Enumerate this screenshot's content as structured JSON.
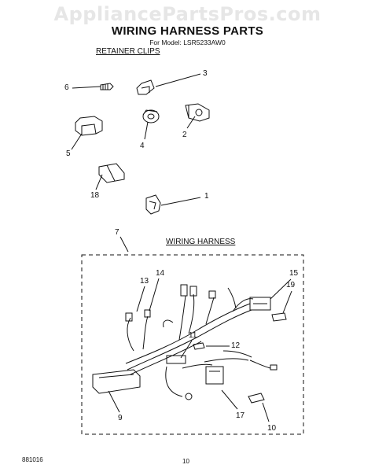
{
  "watermark": "AppliancePartsPros.com",
  "header": {
    "title": "WIRING HARNESS PARTS",
    "model": "For Model: LSR5233AW0"
  },
  "sections": {
    "retainer_clips": "RETAINER CLIPS",
    "wiring_harness": "WIRING HARNESS"
  },
  "callouts": {
    "c1": "1",
    "c2": "2",
    "c3": "3",
    "c4": "4",
    "c5": "5",
    "c6": "6",
    "c7": "7",
    "c9": "9",
    "c10": "10",
    "c11": "11",
    "c12": "12",
    "c13": "13",
    "c14": "14",
    "c15": "15",
    "c17": "17",
    "c18": "18",
    "c19": "19"
  },
  "footer": {
    "doc_code": "881016",
    "page_number": "10"
  }
}
